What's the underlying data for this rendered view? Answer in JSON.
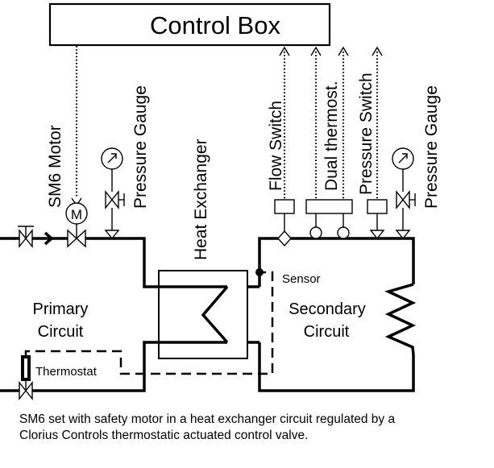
{
  "diagram": {
    "title": "Control Box",
    "components": {
      "sm6_motor": "SM6 Motor",
      "motor_symbol": "M",
      "pressure_gauge_primary": "Pressure Gauge",
      "heat_exchanger": "Heat Exchanger",
      "flow_switch": "Flow Switch",
      "dual_thermost": "Dual thermost.",
      "pressure_switch": "Pressure Switch",
      "pressure_gauge_secondary": "Pressure Gauge",
      "sensor": "Sensor",
      "thermostat": "Thermostat"
    },
    "regions": {
      "primary_line1": "Primary",
      "primary_line2": "Circuit",
      "secondary_line1": "Secondary",
      "secondary_line2": "Circuit"
    },
    "caption_line1": "SM6 set with safety motor in a heat exchanger circuit regulated by a",
    "caption_line2": "Clorius Controls thermostatic actuated control valve."
  }
}
